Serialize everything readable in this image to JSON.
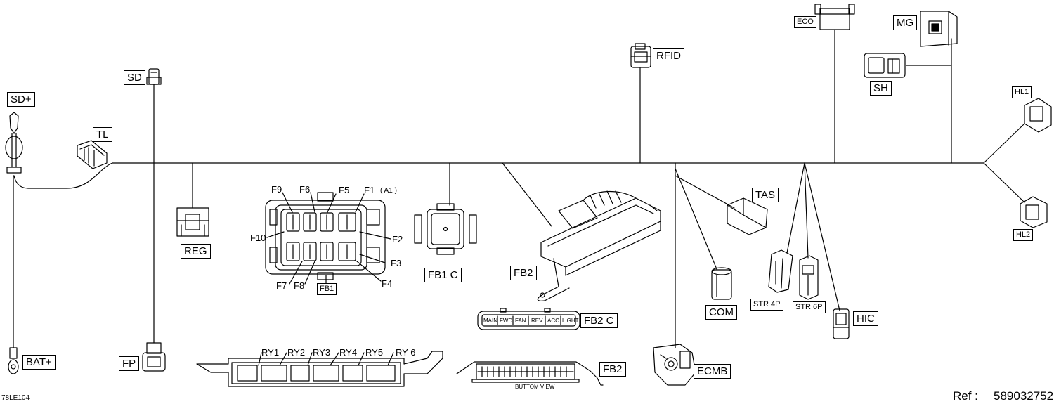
{
  "connectors": {
    "sd_plus": "SD+",
    "sd": "SD",
    "tl": "TL",
    "reg": "REG",
    "fp": "FP",
    "bat_plus": "BAT+",
    "fb1": "FB1",
    "fb1c": "FB1 C",
    "fb2": "FB2",
    "fb2c": "FB2 C",
    "fb2_bottom": "FB2",
    "rfid": "RFID",
    "eco": "ECO",
    "mg": "MG",
    "sh": "SH",
    "hl1": "HL1",
    "hl2": "HL2",
    "tas": "TAS",
    "com": "COM",
    "str4p": "STR 4P",
    "str6p": "STR 6P",
    "hic": "HIC",
    "ecmb": "ECMB"
  },
  "fuses": [
    "F1",
    "F2",
    "F3",
    "F4",
    "F5",
    "F6",
    "F7",
    "F8",
    "F9",
    "F10"
  ],
  "fuse_a1": "( A1 )",
  "relays": [
    "RY1",
    "RY2",
    "RY3",
    "RY4",
    "RY5",
    "RY 6"
  ],
  "fb2c_pins": [
    "MAIN",
    "FWD",
    "FAN",
    "REV",
    "ACC",
    "LIGHT"
  ],
  "bottom_view": "BUTTOM VIEW",
  "figure_code": "78LE104",
  "ref_label": "Ref :",
  "ref_number": "589032752"
}
